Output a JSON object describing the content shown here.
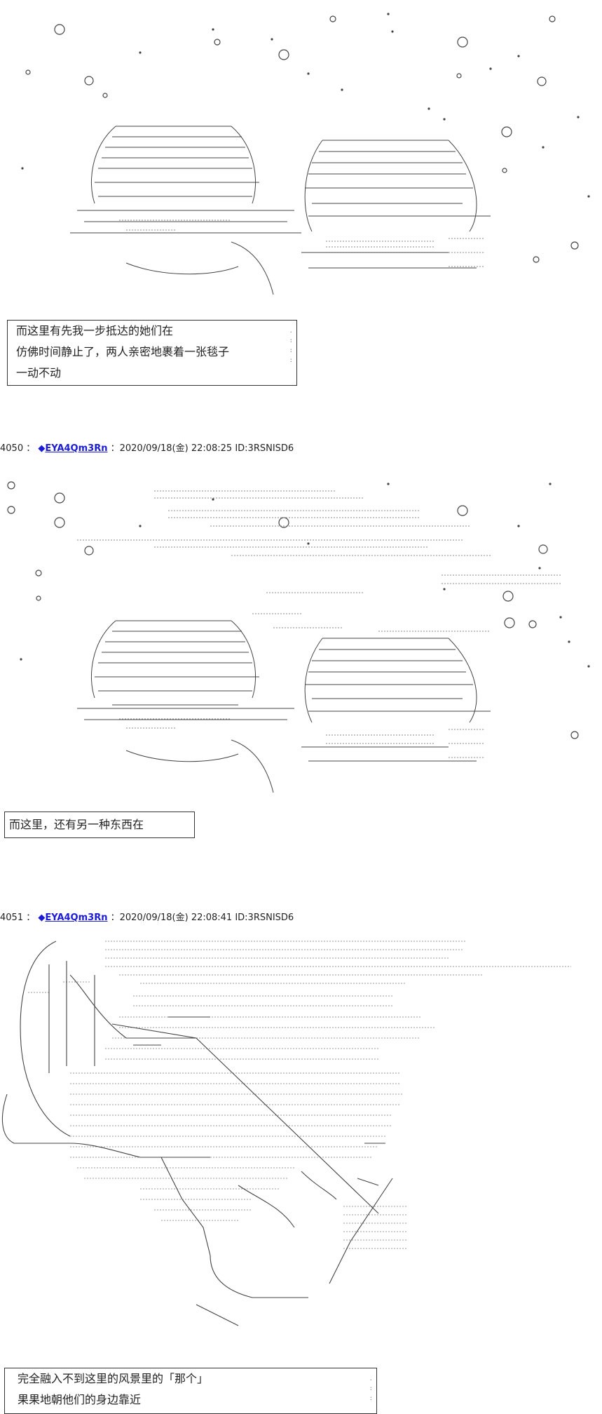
{
  "sections": [
    {
      "lines": [
        "而这里有先我一步抵达的她们在",
        "仿佛时间静止了，两人亲密地裹着一张毯子",
        "一动不动"
      ]
    },
    {
      "post": {
        "number": "4050",
        "diamond": "◆",
        "name": "EYA4Qm3Rn",
        "meta": "：2020/09/18(金) 22:08:25 ID:3RSNISD6"
      },
      "lines": [
        "而这里，还有另一种东西在"
      ]
    },
    {
      "post": {
        "number": "4051",
        "diamond": "◆",
        "name": "EYA4Qm3Rn",
        "meta": "：2020/09/18(金) 22:08:41 ID:3RSNISD6"
      },
      "lines": [
        "完全融入不到这里的风景里的「那个」",
        "果果地朝他们的身边靠近"
      ]
    }
  ]
}
